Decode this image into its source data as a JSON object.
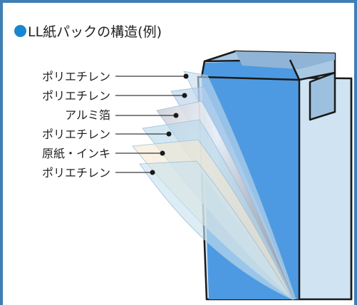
{
  "title": {
    "text": "LL紙パックの構造(例)",
    "bullet_color": "#1a86d0"
  },
  "layers": [
    {
      "label": "ポリエチレン",
      "fill": "#c3dcee"
    },
    {
      "label": "ポリエチレン",
      "fill": "#b7d1ec"
    },
    {
      "label": "アルミ箔",
      "fill": "#d4d8e0"
    },
    {
      "label": "ポリエチレン",
      "fill": "#b8d8ea"
    },
    {
      "label": "原紙・インキ",
      "fill": "#f6e8d2"
    },
    {
      "label": "ポリエチレン",
      "fill": "#c8e2ef"
    }
  ],
  "colors": {
    "frame": "#3f7fb4",
    "carton_face": "#cfe3f2",
    "carton_side": "#4d9ae2",
    "carton_top": "#a9c8e4",
    "outline": "#1a1a1a"
  }
}
